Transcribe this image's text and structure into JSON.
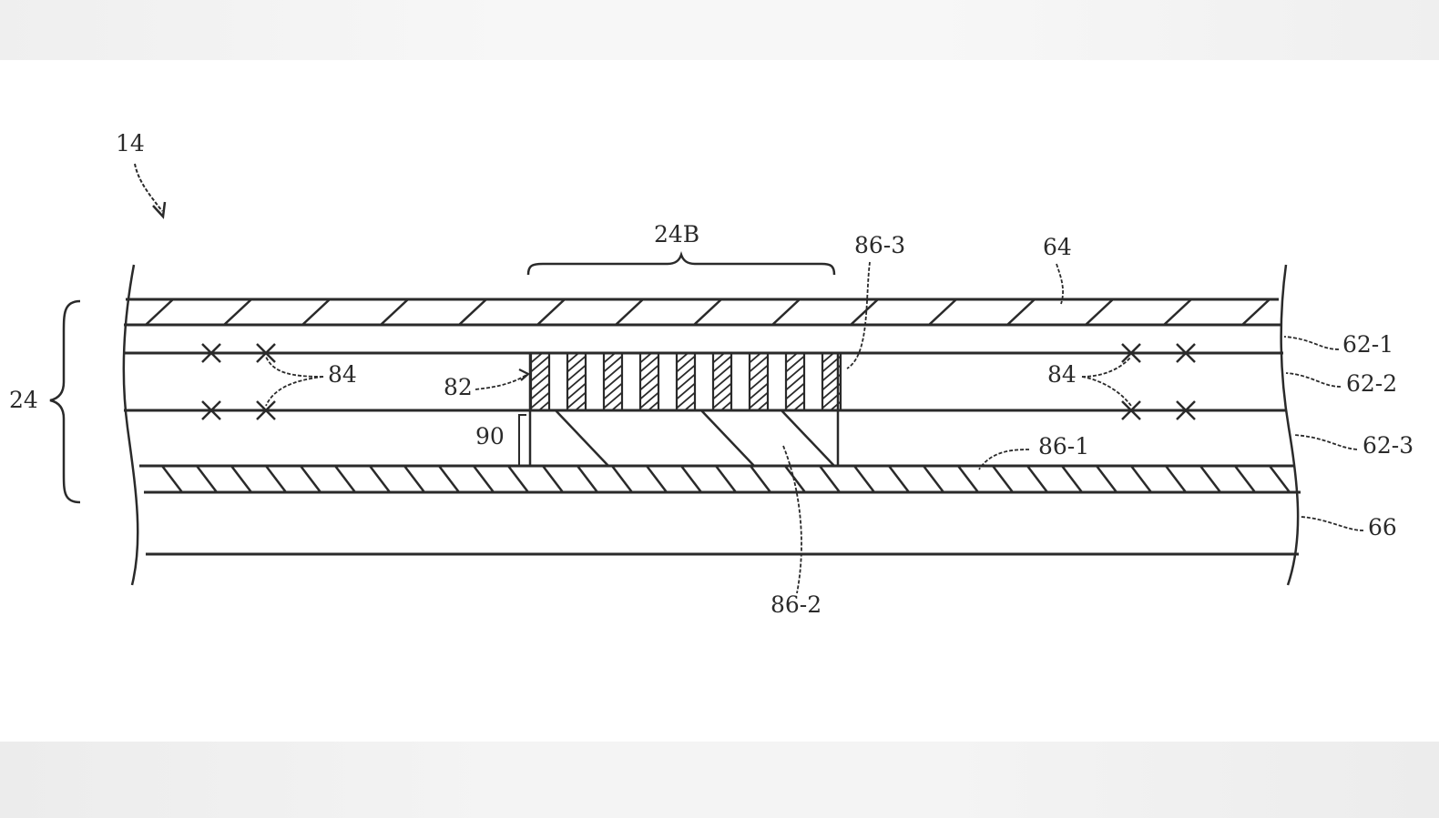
{
  "figure": {
    "labels": {
      "device": "14",
      "stack": "24",
      "region": "24B",
      "cover": "64",
      "layer_1": "62-1",
      "layer_2": "62-2",
      "layer_3": "62-3",
      "substrate": "66",
      "structures_left": "84",
      "structures_right": "84",
      "opening": "82",
      "depth": "90",
      "part_1": "86-1",
      "part_2": "86-2",
      "part_3": "86-3"
    }
  }
}
